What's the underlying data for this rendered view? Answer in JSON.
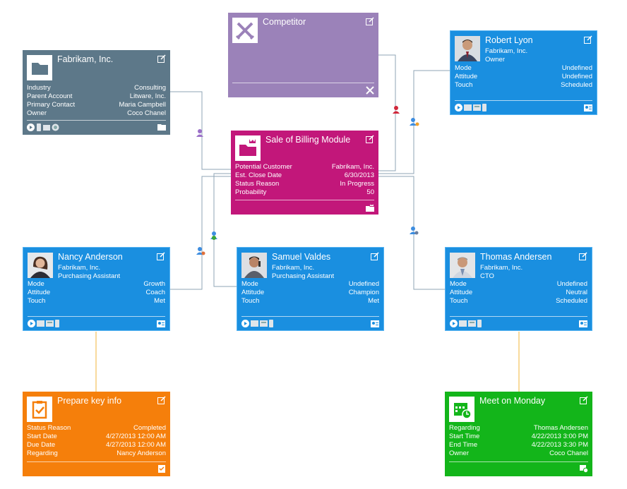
{
  "accent_colors": {
    "account": "#5d7889",
    "competitor": "#9b82b9",
    "contact": "#1a8fe0",
    "opportunity": "#c2177a",
    "task": "#f57f0b",
    "appointment": "#13b51a",
    "connector": "#8fa4b6",
    "activity_connector": "#f2b63a"
  },
  "account": {
    "title": "Fabrikam, Inc.",
    "icon": "folder-icon",
    "rows": [
      {
        "label": "Industry",
        "value": "Consulting"
      },
      {
        "label": "Parent Account",
        "value": "Litware, Inc."
      },
      {
        "label": "Primary Contact",
        "value": "Maria Campbell"
      },
      {
        "label": "Owner",
        "value": "Coco Chanel"
      }
    ]
  },
  "competitor": {
    "title": "Competitor",
    "icon": "crossed-swords-icon"
  },
  "robert": {
    "name": "Robert Lyon",
    "company": "Fabrikam, Inc.",
    "role": "Owner",
    "rows": [
      {
        "label": "Mode",
        "value": "Undefined"
      },
      {
        "label": "Attitude",
        "value": "Undefined"
      },
      {
        "label": "Touch",
        "value": "Scheduled"
      }
    ]
  },
  "opportunity": {
    "title": "Sale of Billing Module",
    "icon": "crowned-folder-icon",
    "rows": [
      {
        "label": "Potential Customer",
        "value": "Fabrikam, Inc."
      },
      {
        "label": "Est. Close Date",
        "value": "6/30/2013"
      },
      {
        "label": "Status Reason",
        "value": "In Progress"
      },
      {
        "label": "Probability",
        "value": "50"
      }
    ]
  },
  "nancy": {
    "name": "Nancy Anderson",
    "company": "Fabrikam, Inc.",
    "role": "Purchasing Assistant",
    "rows": [
      {
        "label": "Mode",
        "value": "Growth"
      },
      {
        "label": "Attitude",
        "value": "Coach"
      },
      {
        "label": "Touch",
        "value": "Met"
      }
    ]
  },
  "samuel": {
    "name": "Samuel Valdes",
    "company": "Fabrikam, Inc.",
    "role": "Purchasing Assistant",
    "rows": [
      {
        "label": "Mode",
        "value": "Undefined"
      },
      {
        "label": "Attitude",
        "value": "Champion"
      },
      {
        "label": "Touch",
        "value": "Met"
      }
    ]
  },
  "thomas": {
    "name": "Thomas Andersen",
    "company": "Fabrikam, Inc.",
    "role": "CTO",
    "rows": [
      {
        "label": "Mode",
        "value": "Undefined"
      },
      {
        "label": "Attitude",
        "value": "Neutral"
      },
      {
        "label": "Touch",
        "value": "Scheduled"
      }
    ]
  },
  "task": {
    "title": "Prepare key info",
    "icon": "clipboard-check-icon",
    "rows": [
      {
        "label": "Status Reason",
        "value": "Completed"
      },
      {
        "label": "Start Date",
        "value": "4/27/2013 12:00 AM"
      },
      {
        "label": "Due Date",
        "value": "4/27/2013 12:00 AM"
      },
      {
        "label": "Regarding",
        "value": "Nancy Anderson"
      }
    ]
  },
  "appointment": {
    "title": "Meet on Monday",
    "icon": "calendar-clock-icon",
    "rows": [
      {
        "label": "Regarding",
        "value": "Thomas Andersen"
      },
      {
        "label": "Start Time",
        "value": "4/22/2013 3:00 PM"
      },
      {
        "label": "End Time",
        "value": "4/22/2013 3:30 PM"
      },
      {
        "label": "Owner",
        "value": "Coco Chanel"
      }
    ]
  }
}
